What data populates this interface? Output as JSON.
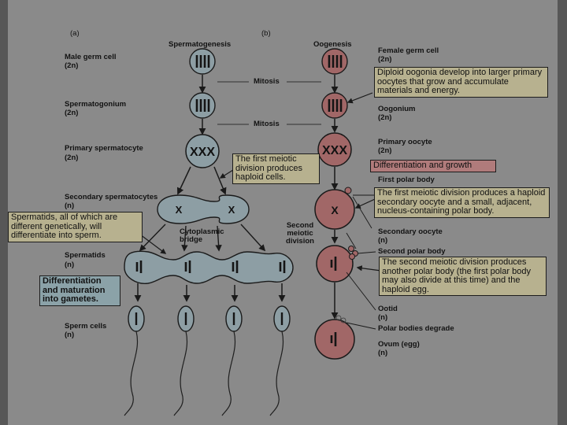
{
  "panels": {
    "a_label": "(a)",
    "b_label": "(b)",
    "spermatogenesis": "Spermatogenesis",
    "oogenesis": "Oogenesis"
  },
  "left_stages": [
    {
      "name": "Male germ cell",
      "ploidy": "(2n)"
    },
    {
      "name": "Spermatogonium",
      "ploidy": "(2n)"
    },
    {
      "name": "Primary spermatocyte",
      "ploidy": "(2n)"
    },
    {
      "name": "Secondary spermatocytes",
      "ploidy": "(n)"
    },
    {
      "name": "Spermatids",
      "ploidy": "(n)"
    },
    {
      "name": "Sperm cells",
      "ploidy": "(n)"
    }
  ],
  "right_stages": [
    {
      "name": "Female germ cell",
      "ploidy": "(2n)"
    },
    {
      "name": "Oogonium",
      "ploidy": "(2n)"
    },
    {
      "name": "Primary oocyte",
      "ploidy": "(2n)"
    },
    {
      "name": "First polar body"
    },
    {
      "name": "Secondary oocyte",
      "ploidy": "(n)"
    },
    {
      "name": "Second polar body"
    },
    {
      "name": "Ootid",
      "ploidy": "(n)"
    },
    {
      "name": "Polar bodies degrade"
    },
    {
      "name": "Ovum (egg)",
      "ploidy": "(n)"
    }
  ],
  "center": {
    "mitosis1": "Mitosis",
    "mitosis2": "Mitosis",
    "cytoplasmic_bridge": "Cytoplasmic bridge",
    "second_meiotic_division": "Second meiotic division"
  },
  "callouts": {
    "diploid_oogonia": "Diploid oogonia develop into larger primary oocytes that grow and accumulate materials and energy.",
    "first_meiotic_division_haploid": "The first meiotic division produces haploid cells.",
    "differentiation_growth": "Differentiation and growth",
    "first_meiotic_division_polar": "The first meiotic division produces a haploid secondary oocyte and a small, adjacent, nucleus-containing polar body.",
    "spermatids_genetically": "Spermatids, all of which are different genetically, will differentiate into sperm.",
    "differentiation_maturation": "Differentiation and maturation into gametes.",
    "second_meiotic_division_polar": "The second meiotic division produces another polar body (the first polar body may also divide at this time) and the haploid egg."
  },
  "colors": {
    "background": "#8a8a8a",
    "frame": "#575757",
    "sperm_cell": "#8d9ea4",
    "egg_cell": "#a16767",
    "callout_cream": "#b7b18f",
    "callout_blue": "#8ba2a8",
    "callout_pink": "#b07b7b"
  }
}
